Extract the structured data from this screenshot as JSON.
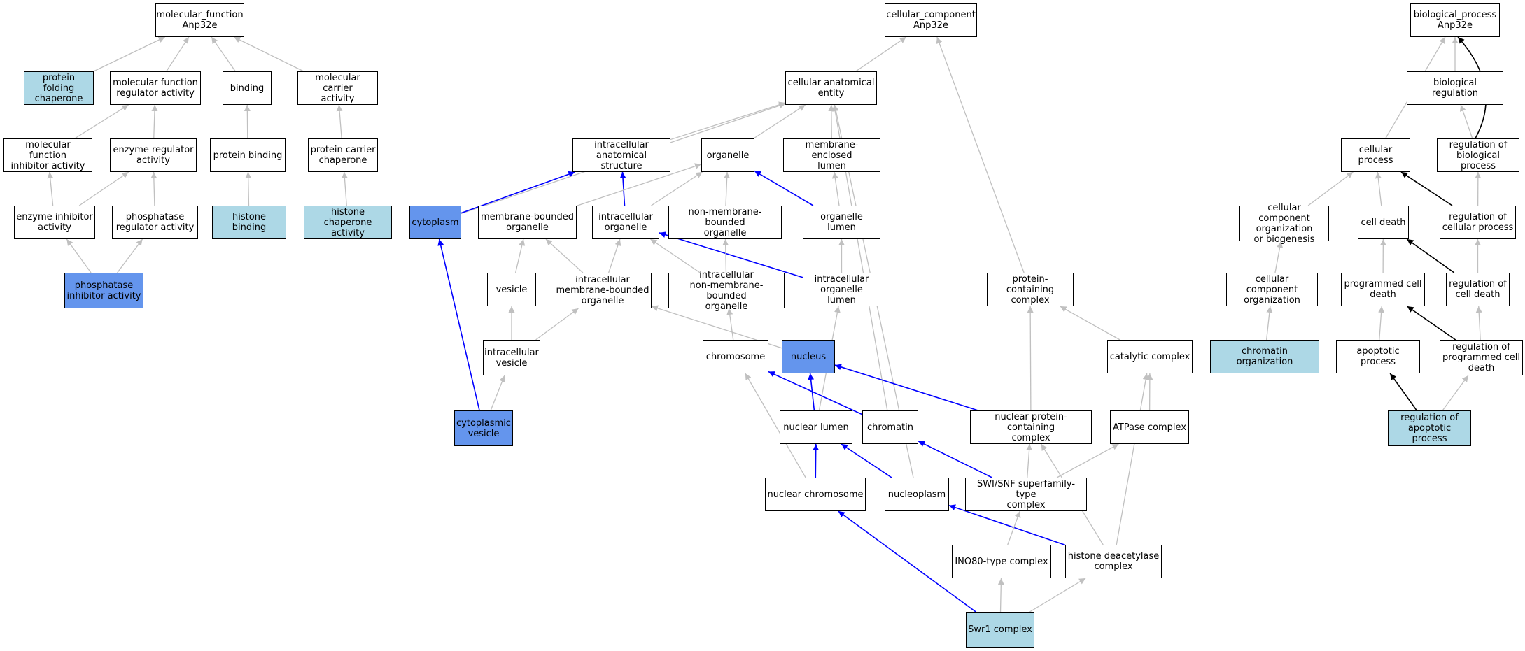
{
  "colors": {
    "background": "#ffffff",
    "default_node": "#ffffff",
    "query_term_light": "#add8e6",
    "query_term_dark": "#6495ed",
    "edge_default": "#c0c0c0",
    "edge_blue": "#0000ff",
    "edge_black": "#000000"
  },
  "nodes": [
    {
      "id": "mf",
      "label": "molecular_function\nAnp32e",
      "fill": "white"
    },
    {
      "id": "pfc",
      "label": "protein folding\nchaperone",
      "fill": "light"
    },
    {
      "id": "mfra",
      "label": "molecular function\nregulator activity",
      "fill": "white"
    },
    {
      "id": "binding",
      "label": "binding",
      "fill": "white"
    },
    {
      "id": "mca",
      "label": "molecular carrier\nactivity",
      "fill": "white"
    },
    {
      "id": "mfia",
      "label": "molecular function\ninhibitor activity",
      "fill": "white"
    },
    {
      "id": "era",
      "label": "enzyme regulator\nactivity",
      "fill": "white"
    },
    {
      "id": "pb",
      "label": "protein binding",
      "fill": "white"
    },
    {
      "id": "pcc",
      "label": "protein carrier\nchaperone",
      "fill": "white"
    },
    {
      "id": "eia",
      "label": "enzyme inhibitor\nactivity",
      "fill": "white"
    },
    {
      "id": "pra",
      "label": "phosphatase\nregulator activity",
      "fill": "white"
    },
    {
      "id": "hb",
      "label": "histone binding",
      "fill": "light"
    },
    {
      "id": "hca",
      "label": "histone chaperone\nactivity",
      "fill": "light"
    },
    {
      "id": "pia",
      "label": "phosphatase\ninhibitor activity",
      "fill": "dark"
    },
    {
      "id": "cc",
      "label": "cellular_component\nAnp32e",
      "fill": "white"
    },
    {
      "id": "cae",
      "label": "cellular anatomical\nentity",
      "fill": "white"
    },
    {
      "id": "ias",
      "label": "intracellular\nanatomical structure",
      "fill": "white"
    },
    {
      "id": "organelle",
      "label": "organelle",
      "fill": "white"
    },
    {
      "id": "mel",
      "label": "membrane-enclosed\nlumen",
      "fill": "white"
    },
    {
      "id": "cytoplasm",
      "label": "cytoplasm",
      "fill": "dark"
    },
    {
      "id": "mbo",
      "label": "membrane-bounded\norganelle",
      "fill": "white"
    },
    {
      "id": "io",
      "label": "intracellular\norganelle",
      "fill": "white"
    },
    {
      "id": "nmbo",
      "label": "non-membrane-bounded\norganelle",
      "fill": "white"
    },
    {
      "id": "ol",
      "label": "organelle lumen",
      "fill": "white"
    },
    {
      "id": "vesicle",
      "label": "vesicle",
      "fill": "white"
    },
    {
      "id": "imbo",
      "label": "intracellular\nmembrane-bounded\norganelle",
      "fill": "white"
    },
    {
      "id": "inmbo",
      "label": "intracellular\nnon-membrane-bounded\norganelle",
      "fill": "white"
    },
    {
      "id": "iol",
      "label": "intracellular\norganelle lumen",
      "fill": "white"
    },
    {
      "id": "pcx",
      "label": "protein-containing\ncomplex",
      "fill": "white"
    },
    {
      "id": "iv",
      "label": "intracellular\nvesicle",
      "fill": "white"
    },
    {
      "id": "chromosome",
      "label": "chromosome",
      "fill": "white"
    },
    {
      "id": "nucleus",
      "label": "nucleus",
      "fill": "dark"
    },
    {
      "id": "catc",
      "label": "catalytic complex",
      "fill": "white"
    },
    {
      "id": "cv",
      "label": "cytoplasmic\nvesicle",
      "fill": "dark"
    },
    {
      "id": "nl",
      "label": "nuclear lumen",
      "fill": "white"
    },
    {
      "id": "chromatin",
      "label": "chromatin",
      "fill": "white"
    },
    {
      "id": "npcc",
      "label": "nuclear protein-containing\ncomplex",
      "fill": "white"
    },
    {
      "id": "atpc",
      "label": "ATPase complex",
      "fill": "white"
    },
    {
      "id": "nchr",
      "label": "nuclear chromosome",
      "fill": "white"
    },
    {
      "id": "np",
      "label": "nucleoplasm",
      "fill": "white"
    },
    {
      "id": "swisnf",
      "label": "SWI/SNF superfamily-type\ncomplex",
      "fill": "white"
    },
    {
      "id": "ino80",
      "label": "INO80-type complex",
      "fill": "white"
    },
    {
      "id": "hdac",
      "label": "histone deacetylase\ncomplex",
      "fill": "white"
    },
    {
      "id": "swr1",
      "label": "Swr1 complex",
      "fill": "light"
    },
    {
      "id": "bp",
      "label": "biological_process\nAnp32e",
      "fill": "white"
    },
    {
      "id": "br",
      "label": "biological regulation",
      "fill": "white"
    },
    {
      "id": "cp",
      "label": "cellular process",
      "fill": "white"
    },
    {
      "id": "rbp",
      "label": "regulation of\nbiological process",
      "fill": "white"
    },
    {
      "id": "ccob",
      "label": "cellular component\norganization\nor biogenesis",
      "fill": "white"
    },
    {
      "id": "cd",
      "label": "cell death",
      "fill": "white"
    },
    {
      "id": "rcp",
      "label": "regulation of\ncellular process",
      "fill": "white"
    },
    {
      "id": "cco",
      "label": "cellular component\norganization",
      "fill": "white"
    },
    {
      "id": "pcd",
      "label": "programmed cell\ndeath",
      "fill": "white"
    },
    {
      "id": "rcd",
      "label": "regulation of\ncell death",
      "fill": "white"
    },
    {
      "id": "co",
      "label": "chromatin organization",
      "fill": "light"
    },
    {
      "id": "ap",
      "label": "apoptotic process",
      "fill": "white"
    },
    {
      "id": "rpcd",
      "label": "regulation of\nprogrammed cell\ndeath",
      "fill": "white"
    },
    {
      "id": "rap",
      "label": "regulation of\napoptotic process",
      "fill": "light"
    }
  ],
  "edges": [
    {
      "from": "pfc",
      "to": "mf",
      "style": "gray"
    },
    {
      "from": "mfra",
      "to": "mf",
      "style": "gray"
    },
    {
      "from": "binding",
      "to": "mf",
      "style": "gray"
    },
    {
      "from": "mca",
      "to": "mf",
      "style": "gray"
    },
    {
      "from": "mfia",
      "to": "mfra",
      "style": "gray"
    },
    {
      "from": "era",
      "to": "mfra",
      "style": "gray"
    },
    {
      "from": "pb",
      "to": "binding",
      "style": "gray"
    },
    {
      "from": "pcc",
      "to": "mca",
      "style": "gray"
    },
    {
      "from": "eia",
      "to": "mfia",
      "style": "gray"
    },
    {
      "from": "eia",
      "to": "era",
      "style": "gray"
    },
    {
      "from": "pra",
      "to": "era",
      "style": "gray"
    },
    {
      "from": "hb",
      "to": "pb",
      "style": "gray"
    },
    {
      "from": "hca",
      "to": "pcc",
      "style": "gray"
    },
    {
      "from": "pia",
      "to": "eia",
      "style": "gray"
    },
    {
      "from": "pia",
      "to": "pra",
      "style": "gray"
    },
    {
      "from": "cae",
      "to": "cc",
      "style": "gray"
    },
    {
      "from": "pcx",
      "to": "cc",
      "style": "gray"
    },
    {
      "from": "ias",
      "to": "cae",
      "style": "gray"
    },
    {
      "from": "organelle",
      "to": "cae",
      "style": "gray"
    },
    {
      "from": "mel",
      "to": "cae",
      "style": "gray"
    },
    {
      "from": "cytoplasm",
      "to": "cae",
      "style": "gray"
    },
    {
      "from": "chromatin",
      "to": "cae",
      "style": "gray"
    },
    {
      "from": "np",
      "to": "cae",
      "style": "gray"
    },
    {
      "from": "cytoplasm",
      "to": "ias",
      "style": "blue"
    },
    {
      "from": "io",
      "to": "ias",
      "style": "blue"
    },
    {
      "from": "mbo",
      "to": "organelle",
      "style": "gray"
    },
    {
      "from": "nmbo",
      "to": "organelle",
      "style": "gray"
    },
    {
      "from": "io",
      "to": "organelle",
      "style": "gray"
    },
    {
      "from": "ol",
      "to": "organelle",
      "style": "blue"
    },
    {
      "from": "ol",
      "to": "mel",
      "style": "gray"
    },
    {
      "from": "cv",
      "to": "cytoplasm",
      "style": "blue"
    },
    {
      "from": "vesicle",
      "to": "mbo",
      "style": "gray"
    },
    {
      "from": "imbo",
      "to": "mbo",
      "style": "gray"
    },
    {
      "from": "imbo",
      "to": "io",
      "style": "gray"
    },
    {
      "from": "inmbo",
      "to": "io",
      "style": "gray"
    },
    {
      "from": "iol",
      "to": "io",
      "style": "blue"
    },
    {
      "from": "inmbo",
      "to": "nmbo",
      "style": "gray"
    },
    {
      "from": "iol",
      "to": "ol",
      "style": "gray"
    },
    {
      "from": "iv",
      "to": "vesicle",
      "style": "gray"
    },
    {
      "from": "iv",
      "to": "imbo",
      "style": "gray"
    },
    {
      "from": "nucleus",
      "to": "imbo",
      "style": "gray"
    },
    {
      "from": "chromosome",
      "to": "inmbo",
      "style": "gray"
    },
    {
      "from": "nl",
      "to": "iol",
      "style": "gray"
    },
    {
      "from": "cv",
      "to": "iv",
      "style": "gray"
    },
    {
      "from": "npcc",
      "to": "pcx",
      "style": "gray"
    },
    {
      "from": "catc",
      "to": "pcx",
      "style": "gray"
    },
    {
      "from": "nl",
      "to": "nucleus",
      "style": "blue"
    },
    {
      "from": "npcc",
      "to": "nucleus",
      "style": "blue"
    },
    {
      "from": "chromatin",
      "to": "chromosome",
      "style": "blue"
    },
    {
      "from": "nchr",
      "to": "chromosome",
      "style": "gray"
    },
    {
      "from": "atpc",
      "to": "catc",
      "style": "gray"
    },
    {
      "from": "hdac",
      "to": "catc",
      "style": "gray"
    },
    {
      "from": "nchr",
      "to": "nl",
      "style": "blue"
    },
    {
      "from": "np",
      "to": "nl",
      "style": "blue"
    },
    {
      "from": "swisnf",
      "to": "chromatin",
      "style": "blue"
    },
    {
      "from": "swisnf",
      "to": "npcc",
      "style": "gray"
    },
    {
      "from": "hdac",
      "to": "npcc",
      "style": "gray"
    },
    {
      "from": "swisnf",
      "to": "atpc",
      "style": "gray"
    },
    {
      "from": "swr1",
      "to": "nchr",
      "style": "blue"
    },
    {
      "from": "hdac",
      "to": "np",
      "style": "blue"
    },
    {
      "from": "ino80",
      "to": "swisnf",
      "style": "gray"
    },
    {
      "from": "swr1",
      "to": "ino80",
      "style": "gray"
    },
    {
      "from": "swr1",
      "to": "hdac",
      "style": "gray"
    },
    {
      "from": "br",
      "to": "bp",
      "style": "gray"
    },
    {
      "from": "cp",
      "to": "bp",
      "style": "gray"
    },
    {
      "from": "rbp",
      "to": "bp",
      "style": "black",
      "curve": true
    },
    {
      "from": "rbp",
      "to": "br",
      "style": "gray"
    },
    {
      "from": "ccob",
      "to": "cp",
      "style": "gray"
    },
    {
      "from": "cd",
      "to": "cp",
      "style": "gray"
    },
    {
      "from": "rcp",
      "to": "cp",
      "style": "black"
    },
    {
      "from": "rcp",
      "to": "rbp",
      "style": "gray"
    },
    {
      "from": "cco",
      "to": "ccob",
      "style": "gray"
    },
    {
      "from": "pcd",
      "to": "cd",
      "style": "gray"
    },
    {
      "from": "rcd",
      "to": "cd",
      "style": "black"
    },
    {
      "from": "rcd",
      "to": "rcp",
      "style": "gray"
    },
    {
      "from": "co",
      "to": "cco",
      "style": "gray"
    },
    {
      "from": "ap",
      "to": "pcd",
      "style": "gray"
    },
    {
      "from": "rpcd",
      "to": "pcd",
      "style": "black"
    },
    {
      "from": "rpcd",
      "to": "rcd",
      "style": "gray"
    },
    {
      "from": "rap",
      "to": "ap",
      "style": "black"
    },
    {
      "from": "rap",
      "to": "rpcd",
      "style": "gray"
    }
  ]
}
